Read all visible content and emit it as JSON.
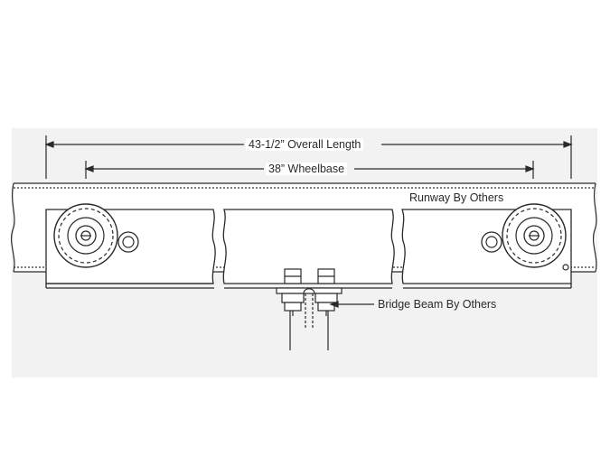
{
  "labels": {
    "overall_length": "43-1/2” Overall Length",
    "wheelbase": "38” Wheelbase",
    "runway": "Runway By Others",
    "bridge_beam": "Bridge Beam By Others"
  },
  "colors": {
    "line": "#2a2a2a",
    "fill": "#ffffff",
    "background_panel": "#f2f2f2"
  }
}
